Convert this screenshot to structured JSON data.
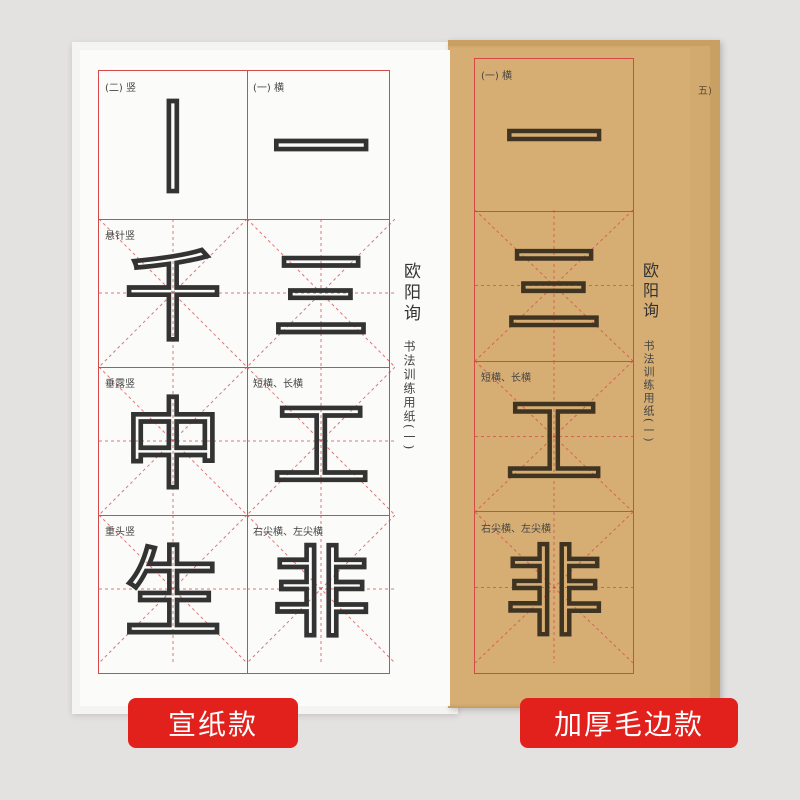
{
  "white_sheet": {
    "cells": [
      {
        "label": "(二) 竖",
        "char": "丨"
      },
      {
        "label": "(一) 横",
        "char": "一"
      },
      {
        "label": "悬针竖",
        "char": "千"
      },
      {
        "label": "",
        "char": "三"
      },
      {
        "label": "垂露竖",
        "char": "中"
      },
      {
        "label": "短横、长横",
        "char": "工"
      },
      {
        "label": "重头竖",
        "char": "生"
      },
      {
        "label": "右尖横、左尖横",
        "char": "非"
      }
    ],
    "side_title": "欧阳询",
    "side_subtitle": "书法训练用纸(一)"
  },
  "tan_sheet": {
    "cells": [
      {
        "label": "(一) 横",
        "char": "一"
      },
      {
        "label": "",
        "char": "三"
      },
      {
        "label": "短横、长横",
        "char": "工"
      },
      {
        "label": "右尖横、左尖横",
        "char": "非"
      }
    ],
    "side_title": "欧阳询",
    "side_subtitle": "书法训练用纸(一)",
    "edge_tab": "五)"
  },
  "tags": {
    "left": "宣纸款",
    "right": "加厚毛边款"
  },
  "colors": {
    "grid_red": "#d44a4a",
    "tag_red": "#e2201c",
    "tan_paper": "#d6ae73",
    "white_paper": "#fbfbfa"
  }
}
